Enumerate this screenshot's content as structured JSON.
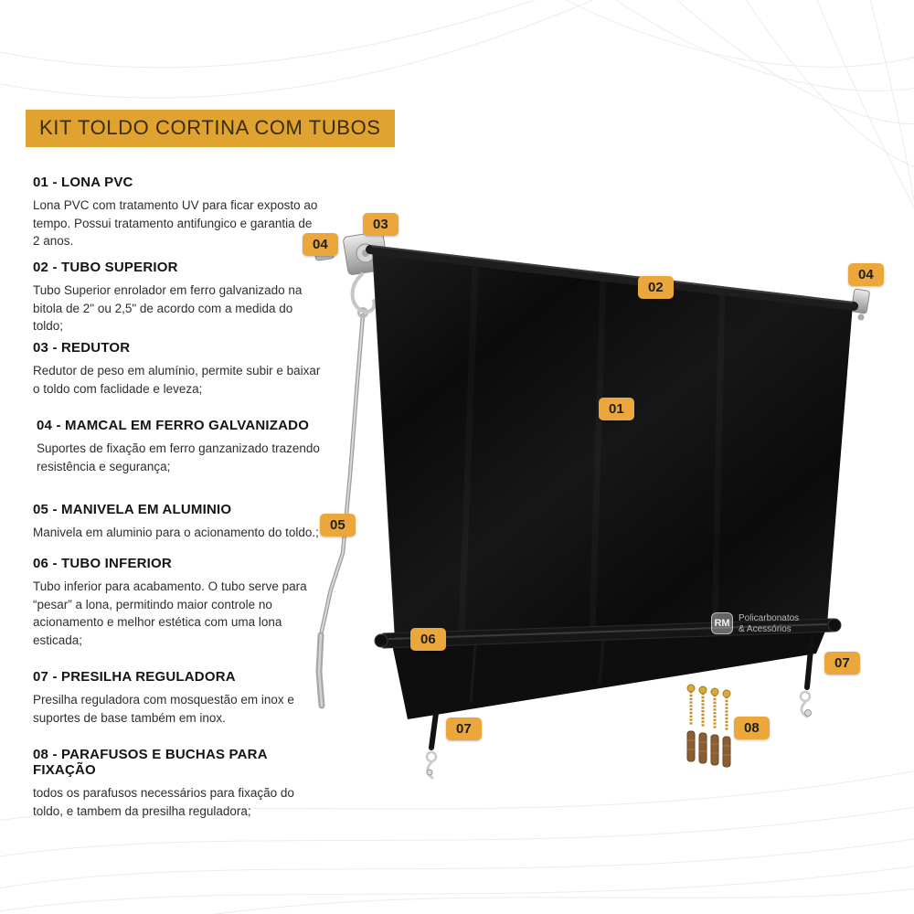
{
  "title": "KIT TOLDO CORTINA COM TUBOS",
  "sections": [
    {
      "heading": "01 - LONA PVC",
      "body": "Lona PVC com tratamento UV para ficar exposto ao tempo. Possui tratamento antifungico e garantia de 2 anos."
    },
    {
      "heading": "02 - TUBO SUPERIOR",
      "body": "Tubo Superior enrolador em ferro galvanizado na bitola de 2\" ou 2,5\" de acordo com a medida do toldo;"
    },
    {
      "heading": "03 - REDUTOR",
      "body": "Redutor de peso em alumínio, permite subir e baixar o toldo com faclidade e leveza;"
    },
    {
      "heading": "04 - MAMCAL  EM FERRO GALVANIZADO",
      "body": "Suportes de fixação em ferro ganzanizado trazendo resistência e segurança;"
    },
    {
      "heading": "05 - MANIVELA EM ALUMINIO",
      "body": "Manivela em aluminio para o acionamento do toldo.;"
    },
    {
      "heading": "06 - TUBO INFERIOR",
      "body": "Tubo inferior para acabamento. O tubo serve para “pesar” a lona, permitindo maior controle no acionamento e melhor estética com uma lona esticada;"
    },
    {
      "heading": "07 - PRESILHA REGULADORA",
      "body": "Presilha reguladora com mosquestão em inox e suportes de base também em inox."
    },
    {
      "heading": "08 - PARAFUSOS E BUCHAS PARA FIXAÇÃO",
      "body": "todos os parafusos necessários para fixação do toldo, e tambem da presilha reguladora;"
    }
  ],
  "badges": {
    "b01": "01",
    "b02": "02",
    "b03": "03",
    "b04": "04",
    "b05": "05",
    "b06": "06",
    "b07": "07",
    "b08": "08"
  },
  "watermark": {
    "logo": "RM",
    "line1": "Policarbonatos",
    "line2": "& Acessórios"
  },
  "colors": {
    "accent": "#e0a32f",
    "badge": "#eca73c",
    "tarp": "#0b0b0b"
  }
}
